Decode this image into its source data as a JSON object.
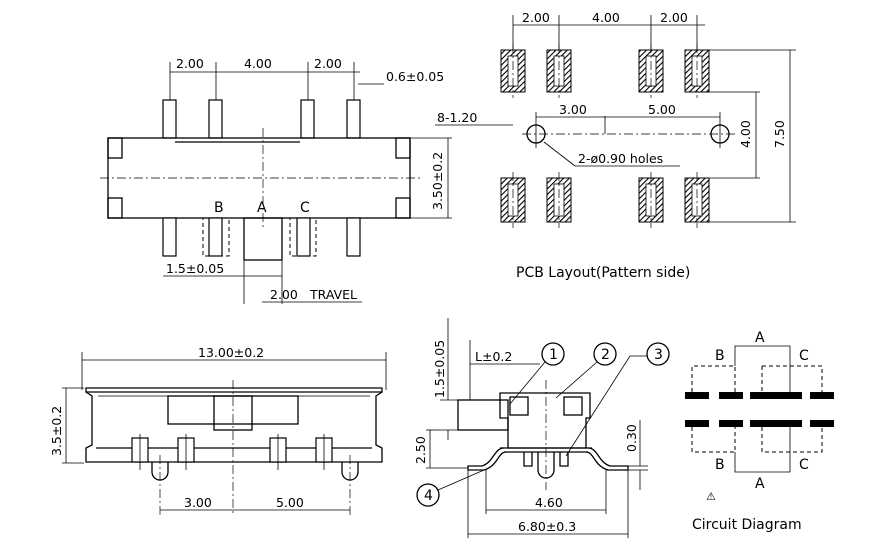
{
  "top_view": {
    "pin_spacing": [
      "2.00",
      "4.00",
      "2.00"
    ],
    "pin_width": "0.6±0.05",
    "body_height": "3.50±0.2",
    "positions": [
      "B",
      "A",
      "C"
    ],
    "pos_offset": "1.5±0.05",
    "travel": "2.00",
    "travel_label": "TRAVEL"
  },
  "pcb_layout": {
    "pad_spacing": [
      "2.00",
      "4.00",
      "2.00"
    ],
    "hole_spacing": [
      "3.00",
      "5.00"
    ],
    "pad_callout": "8-1.20",
    "hole_callout": "2-ø0.90 holes",
    "row_spacing": "4.00",
    "overall_height": "7.50",
    "caption": "PCB Layout(Pattern side)"
  },
  "front_view": {
    "width": "13.00±0.2",
    "height": "3.5±0.2",
    "peg_spacing": [
      "3.00",
      "5.00"
    ]
  },
  "side_view": {
    "actuator_height": "1.5±0.05",
    "actuator_width": "L±0.2",
    "height": "2.50",
    "lead_thickness": "0.30",
    "inner_width": "4.60",
    "overall_width": "6.80±0.3",
    "callouts": [
      "1",
      "2",
      "3",
      "4"
    ]
  },
  "circuit": {
    "caption": "Circuit Diagram",
    "labels": [
      "A",
      "B",
      "C",
      "B",
      "A",
      "C"
    ],
    "triangle_mark": "⚠"
  }
}
